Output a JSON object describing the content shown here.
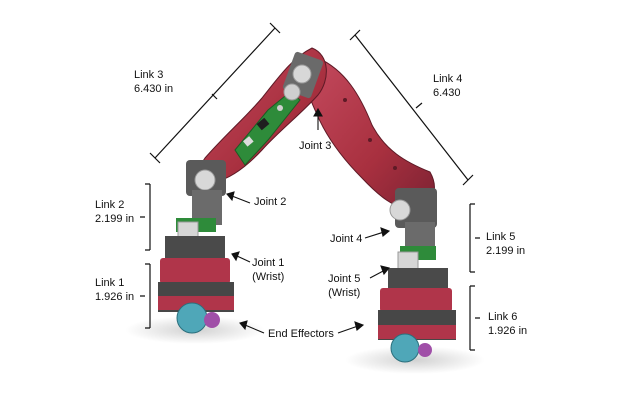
{
  "labels": {
    "link3": {
      "name": "Link 3",
      "length": "6.430 in"
    },
    "link4": {
      "name": "Link 4",
      "length": "6.430"
    },
    "link2": {
      "name": "Link 2",
      "length": "2.199 in"
    },
    "link1": {
      "name": "Link 1",
      "length": "1.926 in"
    },
    "link5": {
      "name": "Link 5",
      "length": "2.199 in"
    },
    "link6": {
      "name": "Link 6",
      "length": "1.926 in"
    },
    "joint3": "Joint 3",
    "joint2": "Joint 2",
    "joint1": {
      "name": "Joint 1",
      "note": "(Wrist)"
    },
    "joint4": "Joint 4",
    "joint5": {
      "name": "Joint 5",
      "note": "(Wrist)"
    },
    "end_effectors": "End Effectors"
  },
  "colors": {
    "link_body": "#b0354a",
    "link_shadow": "#7c2233",
    "motor_gray": "#5a5a5a",
    "servo_light": "#d8d8d8",
    "pcb_green": "#2e8b3a",
    "gear_cyan": "#4fa7b8",
    "gear_purple": "#a04fa8"
  }
}
